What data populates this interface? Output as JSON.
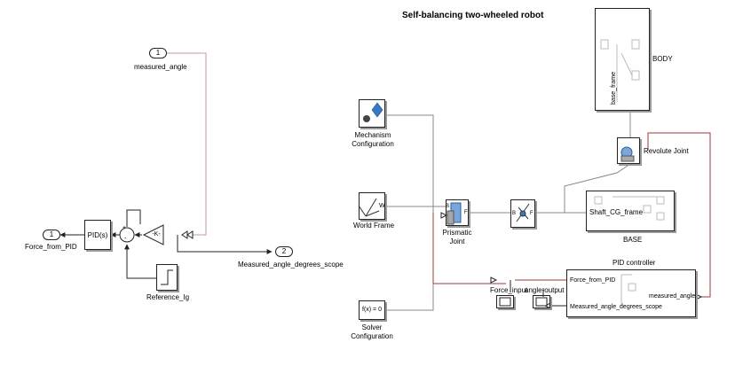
{
  "title": "Self-balancing two-wheeled robot",
  "left": {
    "inport_1": {
      "number": "1",
      "label": "measured_angle"
    },
    "gain": "-K-",
    "sum_signs": {
      "top": "+",
      "bottom": "-"
    },
    "pid": "PID(s)",
    "outport_1": {
      "number": "1",
      "label": "Force_from_PID"
    },
    "outport_2": {
      "number": "2",
      "label": "Measured_angle_degrees_scope"
    },
    "reference": "Reference_Ig"
  },
  "right": {
    "mechanism_config": "Mechanism Configuration",
    "world_frame": "World Frame",
    "world_port": "W",
    "solver_config": "Solver Configuration",
    "solver_text": "f(x) = 0",
    "prismatic_joint": "Prismatic Joint",
    "prismatic_ports": {
      "b": "B",
      "f": "F"
    },
    "transform_ports": {
      "b": "B",
      "f": "F"
    },
    "body": "BODY",
    "base_frame": "base_frame",
    "revolute_joint": "Revolute Joint",
    "base": "BASE",
    "shaft_frame": "Shaft_CG_frame",
    "pid_controller": "PID controller",
    "pid_force": "Force_from_PID",
    "pid_measured": "measured_angle",
    "pid_scope": "Measured_angle_degrees_scope",
    "force_input": "Force_input",
    "angle_output": "angle-output"
  },
  "colors": {
    "line": "#555555",
    "signal_red": "#9b3b3b",
    "physical": "#7a7a7a",
    "block_border": "#222222",
    "icon_blue": "#3a78c2"
  }
}
